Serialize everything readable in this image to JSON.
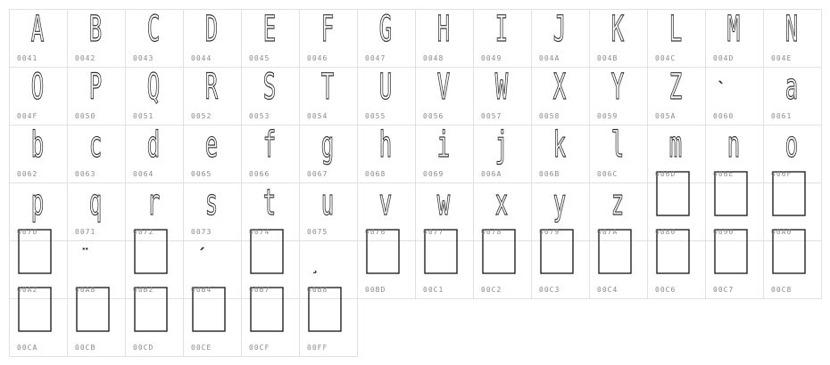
{
  "glyph_grid": {
    "columns": 14,
    "cells": [
      {
        "code": "0041",
        "char": "A",
        "kind": "letter"
      },
      {
        "code": "0042",
        "char": "B",
        "kind": "letter"
      },
      {
        "code": "0043",
        "char": "C",
        "kind": "letter"
      },
      {
        "code": "0044",
        "char": "D",
        "kind": "letter"
      },
      {
        "code": "0045",
        "char": "E",
        "kind": "letter"
      },
      {
        "code": "0046",
        "char": "F",
        "kind": "letter"
      },
      {
        "code": "0047",
        "char": "G",
        "kind": "letter"
      },
      {
        "code": "0048",
        "char": "H",
        "kind": "letter"
      },
      {
        "code": "0049",
        "char": "I",
        "kind": "letter"
      },
      {
        "code": "004A",
        "char": "J",
        "kind": "letter"
      },
      {
        "code": "004B",
        "char": "K",
        "kind": "letter"
      },
      {
        "code": "004C",
        "char": "L",
        "kind": "letter"
      },
      {
        "code": "004D",
        "char": "M",
        "kind": "letter"
      },
      {
        "code": "004E",
        "char": "N",
        "kind": "letter"
      },
      {
        "code": "004F",
        "char": "O",
        "kind": "letter"
      },
      {
        "code": "0050",
        "char": "P",
        "kind": "letter"
      },
      {
        "code": "0051",
        "char": "Q",
        "kind": "letter"
      },
      {
        "code": "0052",
        "char": "R",
        "kind": "letter"
      },
      {
        "code": "0053",
        "char": "S",
        "kind": "letter"
      },
      {
        "code": "0054",
        "char": "T",
        "kind": "letter"
      },
      {
        "code": "0055",
        "char": "U",
        "kind": "letter"
      },
      {
        "code": "0056",
        "char": "V",
        "kind": "letter"
      },
      {
        "code": "0057",
        "char": "W",
        "kind": "letter"
      },
      {
        "code": "0058",
        "char": "X",
        "kind": "letter"
      },
      {
        "code": "0059",
        "char": "Y",
        "kind": "letter"
      },
      {
        "code": "005A",
        "char": "Z",
        "kind": "letter"
      },
      {
        "code": "0060",
        "char": "`",
        "kind": "mark"
      },
      {
        "code": "0061",
        "char": "a",
        "kind": "letter"
      },
      {
        "code": "0062",
        "char": "b",
        "kind": "letter"
      },
      {
        "code": "0063",
        "char": "c",
        "kind": "letter"
      },
      {
        "code": "0064",
        "char": "d",
        "kind": "letter"
      },
      {
        "code": "0065",
        "char": "e",
        "kind": "letter"
      },
      {
        "code": "0066",
        "char": "f",
        "kind": "letter"
      },
      {
        "code": "0067",
        "char": "g",
        "kind": "letter"
      },
      {
        "code": "0068",
        "char": "h",
        "kind": "letter"
      },
      {
        "code": "0069",
        "char": "i",
        "kind": "letter"
      },
      {
        "code": "006A",
        "char": "j",
        "kind": "letter"
      },
      {
        "code": "006B",
        "char": "k",
        "kind": "letter"
      },
      {
        "code": "006C",
        "char": "l",
        "kind": "letter"
      },
      {
        "code": "006D",
        "char": "m",
        "kind": "letter"
      },
      {
        "code": "006E",
        "char": "n",
        "kind": "letter"
      },
      {
        "code": "006F",
        "char": "o",
        "kind": "letter"
      },
      {
        "code": "0070",
        "char": "p",
        "kind": "letter"
      },
      {
        "code": "0071",
        "char": "q",
        "kind": "letter"
      },
      {
        "code": "0072",
        "char": "r",
        "kind": "letter"
      },
      {
        "code": "0073",
        "char": "s",
        "kind": "letter"
      },
      {
        "code": "0074",
        "char": "t",
        "kind": "letter"
      },
      {
        "code": "0075",
        "char": "u",
        "kind": "letter"
      },
      {
        "code": "0076",
        "char": "v",
        "kind": "letter"
      },
      {
        "code": "0077",
        "char": "w",
        "kind": "letter"
      },
      {
        "code": "0078",
        "char": "x",
        "kind": "letter"
      },
      {
        "code": "0079",
        "char": "y",
        "kind": "letter"
      },
      {
        "code": "007A",
        "char": "z",
        "kind": "letter"
      },
      {
        "code": "0080",
        "char": "",
        "kind": "box"
      },
      {
        "code": "0090",
        "char": "",
        "kind": "box"
      },
      {
        "code": "00A0",
        "char": "",
        "kind": "box"
      },
      {
        "code": "00A2",
        "char": "",
        "kind": "box"
      },
      {
        "code": "00A8",
        "char": "¨",
        "kind": "mark"
      },
      {
        "code": "00B2",
        "char": "",
        "kind": "box"
      },
      {
        "code": "00B4",
        "char": "´",
        "kind": "mark"
      },
      {
        "code": "00B7",
        "char": "",
        "kind": "box"
      },
      {
        "code": "00B8",
        "char": "¸",
        "kind": "mark"
      },
      {
        "code": "00BD",
        "char": "",
        "kind": "box"
      },
      {
        "code": "00C1",
        "char": "",
        "kind": "box"
      },
      {
        "code": "00C2",
        "char": "",
        "kind": "box"
      },
      {
        "code": "00C3",
        "char": "",
        "kind": "box"
      },
      {
        "code": "00C4",
        "char": "",
        "kind": "box"
      },
      {
        "code": "00C6",
        "char": "",
        "kind": "box"
      },
      {
        "code": "00C7",
        "char": "",
        "kind": "box"
      },
      {
        "code": "00C8",
        "char": "",
        "kind": "box"
      },
      {
        "code": "00CA",
        "char": "",
        "kind": "box"
      },
      {
        "code": "00CB",
        "char": "",
        "kind": "box"
      },
      {
        "code": "00CD",
        "char": "",
        "kind": "box"
      },
      {
        "code": "00CE",
        "char": "",
        "kind": "box"
      },
      {
        "code": "00CF",
        "char": "",
        "kind": "box"
      },
      {
        "code": "00FF",
        "char": "",
        "kind": "box"
      }
    ]
  }
}
